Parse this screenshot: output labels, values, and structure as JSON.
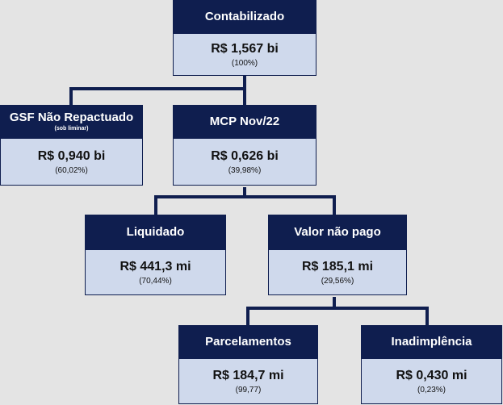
{
  "nodes": {
    "contabilizado": {
      "title": "Contabilizado",
      "subtitle": "",
      "value": "R$ 1,567 bi",
      "percent": "(100%)"
    },
    "gsf": {
      "title": "GSF Não Repactuado",
      "subtitle": "(sob liminar)",
      "value": "R$ 0,940 bi",
      "percent": "(60,02%)"
    },
    "mcp": {
      "title": "MCP Nov/22",
      "subtitle": "",
      "value": "R$ 0,626 bi",
      "percent": "(39,98%)"
    },
    "liquidado": {
      "title": "Liquidado",
      "subtitle": "",
      "value": "R$ 441,3 mi",
      "percent": "(70,44%)"
    },
    "valor_nao_pago": {
      "title": "Valor não pago",
      "subtitle": "",
      "value": "R$ 185,1 mi",
      "percent": "(29,56%)"
    },
    "parcelamentos": {
      "title": "Parcelamentos",
      "subtitle": "",
      "value": "R$ 184,7 mi",
      "percent": "(99,77)"
    },
    "inadimplencia": {
      "title": "Inadimplência",
      "subtitle": "",
      "value": "R$ 0,430 mi",
      "percent": "(0,23%)"
    }
  },
  "colors": {
    "header": "#0f1e4f",
    "body": "#cfd9ec",
    "background": "#e4e4e4",
    "connector": "#0f1e4f"
  }
}
